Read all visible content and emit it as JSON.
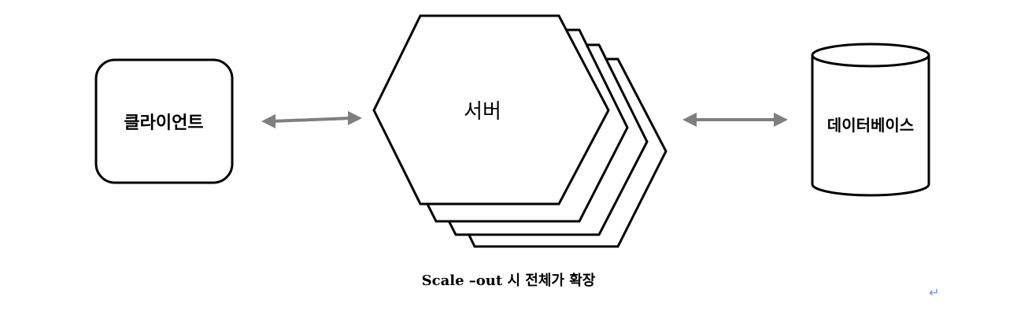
{
  "nodes": {
    "client": "클라이언트",
    "server": "서버",
    "database": "데이터베이스"
  },
  "caption": "Scale –out 시 전체가 확장",
  "return_mark": "↵",
  "colors": {
    "stroke": "#000000",
    "arrow": "#7f7f7f",
    "return_mark": "#6b96d6"
  },
  "icons": {
    "arrow_client_server": "double-arrow-icon",
    "arrow_server_database": "double-arrow-icon"
  }
}
